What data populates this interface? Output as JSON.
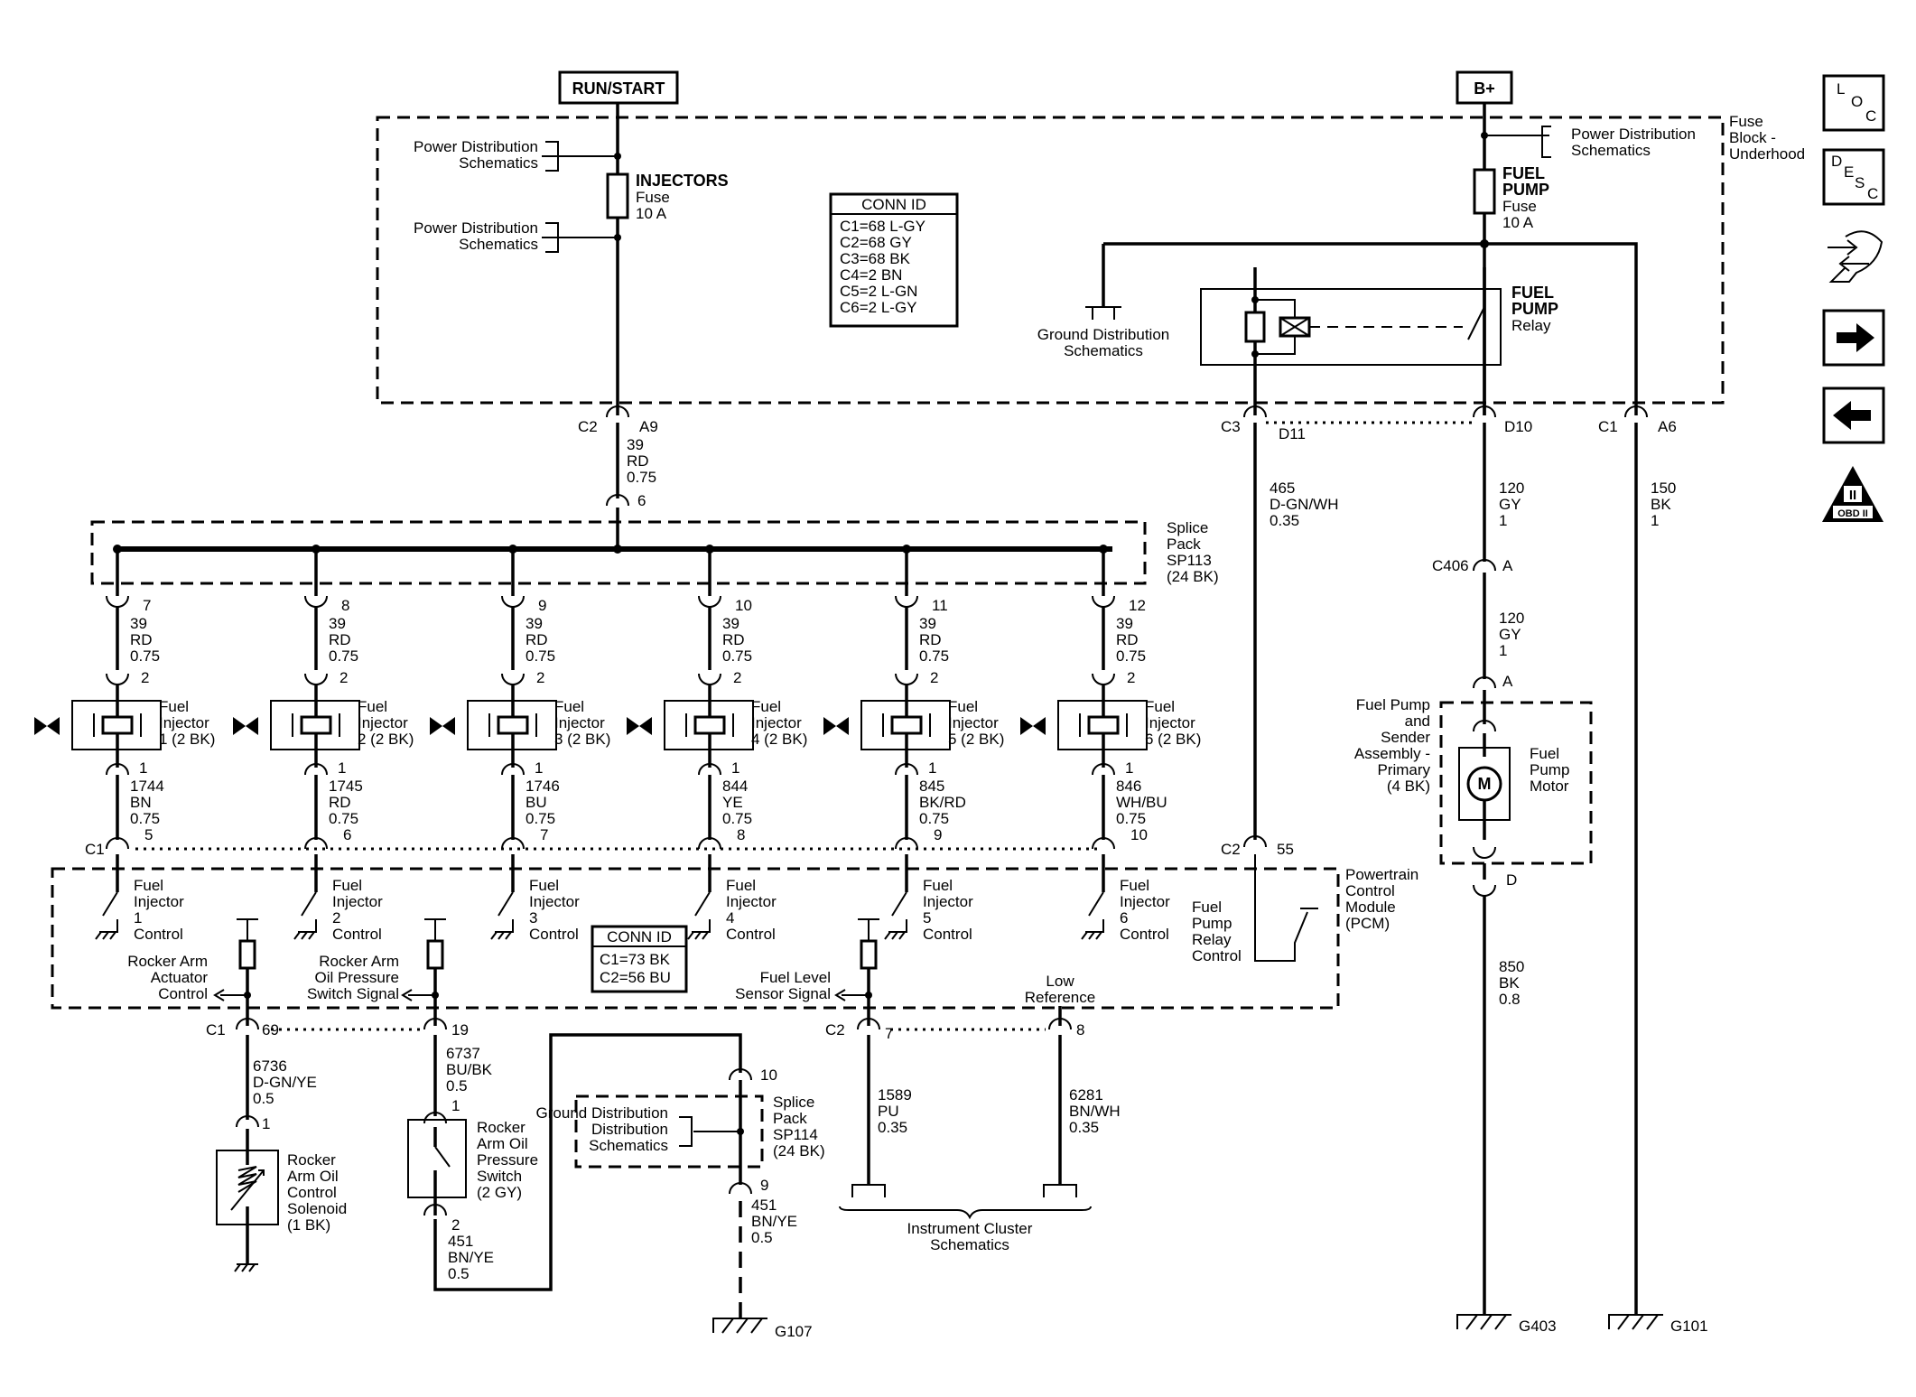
{
  "sources": {
    "run_start": "RUN/START",
    "b_plus": "B+"
  },
  "fuse_block": {
    "label": [
      "Fuse",
      "Block -",
      "Underhood"
    ]
  },
  "power_dist": [
    "Power Distribution",
    "Schematics"
  ],
  "ground_dist": [
    "Ground Distribution",
    "Schematics"
  ],
  "injectors_fuse": [
    "INJECTORS",
    "Fuse",
    "10 A"
  ],
  "fuel_pump_fuse": [
    "FUEL",
    "PUMP",
    "Fuse",
    "10 A"
  ],
  "fuel_pump_relay": [
    "FUEL",
    "PUMP",
    "Relay"
  ],
  "conn_id_top": {
    "title": "CONN ID",
    "rows": [
      "C1=68 L-GY",
      "C2=68 GY",
      "C3=68 BK",
      "C4=2 BN",
      "C5=2 L-GN",
      "C6=2 L-GY"
    ]
  },
  "conn_id_pcm": {
    "title": "CONN ID",
    "rows": [
      "C1=73 BK",
      "C2=56 BU"
    ]
  },
  "left_feed": {
    "conn": "C2",
    "pin": "A9",
    "wire": [
      "39",
      "RD",
      "0.75"
    ],
    "splice_pin": "6"
  },
  "right_wires": {
    "c3": "C3",
    "d11": "D11",
    "d10": "D10",
    "c1": "C1",
    "a6": "A6",
    "w465": [
      "465",
      "D-GN/WH",
      "0.35"
    ],
    "w120a": [
      "120",
      "GY",
      "1"
    ],
    "w150": [
      "150",
      "BK",
      "1"
    ],
    "c406": "C406",
    "c406_pin": "A",
    "w120b": [
      "120",
      "GY",
      "1"
    ],
    "pump_pin_a": "A",
    "pump_pin_d": "D",
    "w850": [
      "850",
      "BK",
      "0.8"
    ]
  },
  "splice_sp113": [
    "Splice",
    "Pack",
    "SP113",
    "(24 BK)"
  ],
  "injectors": [
    {
      "top_pin": "7",
      "wire_in": [
        "39",
        "RD",
        "0.75"
      ],
      "pin2": "2",
      "name": [
        "Fuel",
        "Injector",
        "1 (2 BK)"
      ],
      "pin1": "1",
      "wire_out": [
        "1744",
        "BN",
        "0.75"
      ],
      "pcm_pin": "5",
      "pcm_label": [
        "Fuel",
        "Injector",
        "1",
        "Control"
      ]
    },
    {
      "top_pin": "8",
      "wire_in": [
        "39",
        "RD",
        "0.75"
      ],
      "pin2": "2",
      "name": [
        "Fuel",
        "Injector",
        "2 (2 BK)"
      ],
      "pin1": "1",
      "wire_out": [
        "1745",
        "RD",
        "0.75"
      ],
      "pcm_pin": "6",
      "pcm_label": [
        "Fuel",
        "Injector",
        "2",
        "Control"
      ]
    },
    {
      "top_pin": "9",
      "wire_in": [
        "39",
        "RD",
        "0.75"
      ],
      "pin2": "2",
      "name": [
        "Fuel",
        "Injector",
        "3 (2 BK)"
      ],
      "pin1": "1",
      "wire_out": [
        "1746",
        "BU",
        "0.75"
      ],
      "pcm_pin": "7",
      "pcm_label": [
        "Fuel",
        "Injector",
        "3",
        "Control"
      ]
    },
    {
      "top_pin": "10",
      "wire_in": [
        "39",
        "RD",
        "0.75"
      ],
      "pin2": "2",
      "name": [
        "Fuel",
        "Injector",
        "4 (2 BK)"
      ],
      "pin1": "1",
      "wire_out": [
        "844",
        "YE",
        "0.75"
      ],
      "pcm_pin": "8",
      "pcm_label": [
        "Fuel",
        "Injector",
        "4",
        "Control"
      ]
    },
    {
      "top_pin": "11",
      "wire_in": [
        "39",
        "RD",
        "0.75"
      ],
      "pin2": "2",
      "name": [
        "Fuel",
        "Injector",
        "5 (2 BK)"
      ],
      "pin1": "1",
      "wire_out": [
        "845",
        "BK/RD",
        "0.75"
      ],
      "pcm_pin": "9",
      "pcm_label": [
        "Fuel",
        "Injector",
        "5",
        "Control"
      ]
    },
    {
      "top_pin": "12",
      "wire_in": [
        "39",
        "RD",
        "0.75"
      ],
      "pin2": "2",
      "name": [
        "Fuel",
        "Injector",
        "6 (2 BK)"
      ],
      "pin1": "1",
      "wire_out": [
        "846",
        "WH/BU",
        "0.75"
      ],
      "pcm_pin": "10",
      "pcm_label": [
        "Fuel",
        "Injector",
        "6",
        "Control"
      ]
    }
  ],
  "pcm": {
    "c1": "C1",
    "c2": "C2",
    "pin55": "55",
    "label": [
      "Powertrain",
      "Control",
      "Module",
      "(PCM)"
    ],
    "relay_ctrl": [
      "Fuel",
      "Pump",
      "Relay",
      "Control"
    ],
    "rocker_actuator": [
      "Rocker Arm",
      "Actuator",
      "Control"
    ],
    "rocker_switch": [
      "Rocker Arm",
      "Oil Pressure",
      "Switch Signal"
    ],
    "fuel_level": [
      "Fuel Level",
      "Sensor Signal"
    ],
    "low_ref": [
      "Low",
      "Reference"
    ]
  },
  "pump": {
    "assy": [
      "Fuel Pump",
      "and",
      "Sender",
      "Assembly -",
      "Primary",
      "(4 BK)"
    ],
    "motor": [
      "Fuel",
      "Pump",
      "Motor"
    ],
    "m": "M"
  },
  "bottom": {
    "c1": "C1",
    "p69": "69",
    "w6736": [
      "6736",
      "D-GN/YE",
      "0.5"
    ],
    "p1a": "1",
    "solenoid": [
      "Rocker",
      "Arm Oil",
      "Control",
      "Solenoid",
      "(1 BK)"
    ],
    "p19": "19",
    "w6737": [
      "6737",
      "BU/BK",
      "0.5"
    ],
    "p1b": "1",
    "switch": [
      "Rocker",
      "Arm Oil",
      "Pressure",
      "Switch",
      "(2 GY)"
    ],
    "p2": "2",
    "w451a": [
      "451",
      "BN/YE",
      "0.5"
    ],
    "p10": "10",
    "sp114": [
      "Splice",
      "Pack",
      "SP114",
      "(24 BK)"
    ],
    "p9": "9",
    "w451b": [
      "451",
      "BN/YE",
      "0.5"
    ],
    "g107": "G107",
    "c2": "C2",
    "p7": "7",
    "p8": "8",
    "w1589": [
      "1589",
      "PU",
      "0.35"
    ],
    "w6281": [
      "6281",
      "BN/WH",
      "0.35"
    ],
    "cluster": [
      "Instrument Cluster",
      "Schematics"
    ],
    "g403": "G403",
    "g101": "G101"
  },
  "side_icons": {
    "loc": [
      "L",
      "O",
      "C"
    ],
    "desc": [
      "D",
      "E",
      "S",
      "C"
    ],
    "obd": [
      "II",
      "OBD II"
    ]
  }
}
